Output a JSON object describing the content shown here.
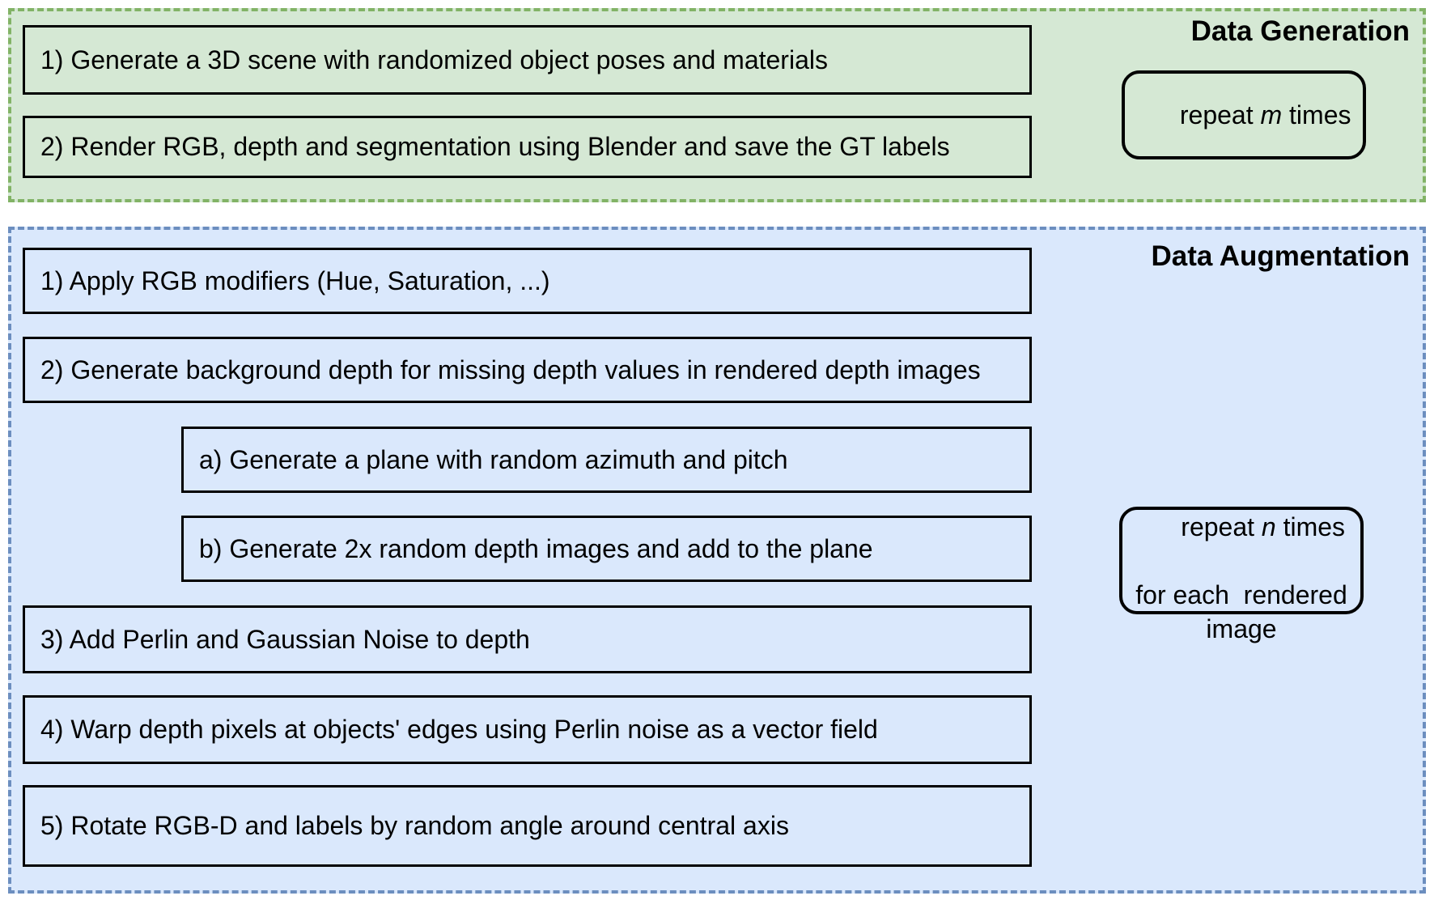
{
  "colors": {
    "generation_fill": "#d5e8d4",
    "generation_border": "#82b366",
    "augmentation_fill": "#dae8fc",
    "augmentation_border": "#6c8ebf",
    "box_border": "#000000"
  },
  "generation": {
    "title": "Data Generation",
    "steps": [
      "1) Generate a 3D scene with randomized object poses and materials",
      "2) Render RGB, depth and segmentation using Blender and save the GT labels"
    ],
    "repeat": {
      "pre": "repeat ",
      "variable": "m",
      "post": " times"
    }
  },
  "augmentation": {
    "title": "Data Augmentation",
    "steps": [
      "1) Apply RGB modifiers (Hue, Saturation, ...)",
      "2) Generate background depth for missing depth values in rendered depth images",
      "3) Add Perlin and Gaussian Noise to depth",
      "4) Warp depth pixels at objects' edges using Perlin noise as a vector field",
      "5) Rotate RGB-D and labels by random angle around central axis"
    ],
    "substeps": [
      "a) Generate a plane with random azimuth and pitch",
      "b) Generate 2x random depth images and add to the plane"
    ],
    "repeat": {
      "line1_pre": "repeat ",
      "variable": "n",
      "line1_post": " times",
      "line2": "for each  rendered",
      "line3": "image"
    }
  }
}
